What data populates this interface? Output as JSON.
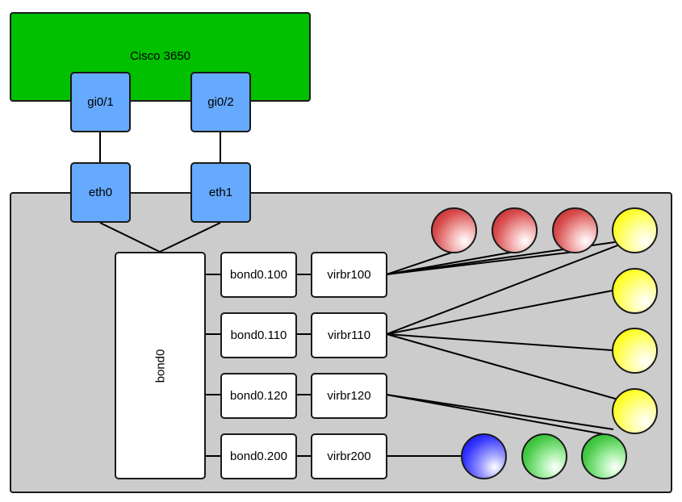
{
  "switch": {
    "label": "Cisco 3650"
  },
  "switch_ports": [
    {
      "label": "gi0/1"
    },
    {
      "label": "gi0/2"
    }
  ],
  "host_nics": [
    {
      "label": "eth0"
    },
    {
      "label": "eth1"
    }
  ],
  "bond": {
    "label": "bond0"
  },
  "vlans": [
    {
      "label": "bond0.100"
    },
    {
      "label": "bond0.110"
    },
    {
      "label": "bond0.120"
    },
    {
      "label": "bond0.200"
    }
  ],
  "bridges": [
    {
      "label": "virbr100"
    },
    {
      "label": "virbr110"
    },
    {
      "label": "virbr120"
    },
    {
      "label": "virbr200"
    }
  ],
  "vm_colors": {
    "red": "#d94c4c",
    "yellow": "#ffff00",
    "blue": "#2020ff",
    "green": "#33c033"
  }
}
